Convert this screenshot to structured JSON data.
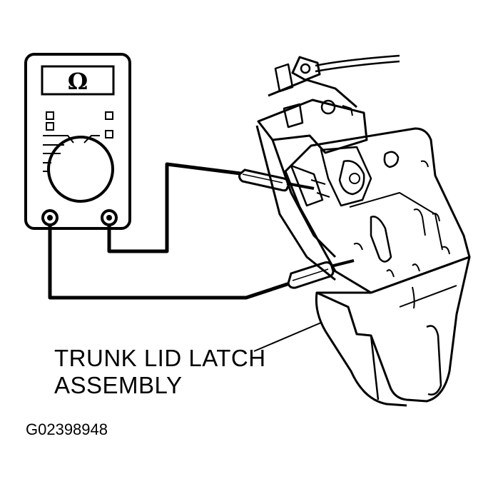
{
  "meter": {
    "display_symbol": "Ω",
    "icon": "ohmmeter-icon"
  },
  "callout": {
    "line1": "TRUNK LID LATCH",
    "line2": "ASSEMBLY"
  },
  "figure_id": "G02398948",
  "colors": {
    "ink": "#000000",
    "paper": "#ffffff"
  }
}
